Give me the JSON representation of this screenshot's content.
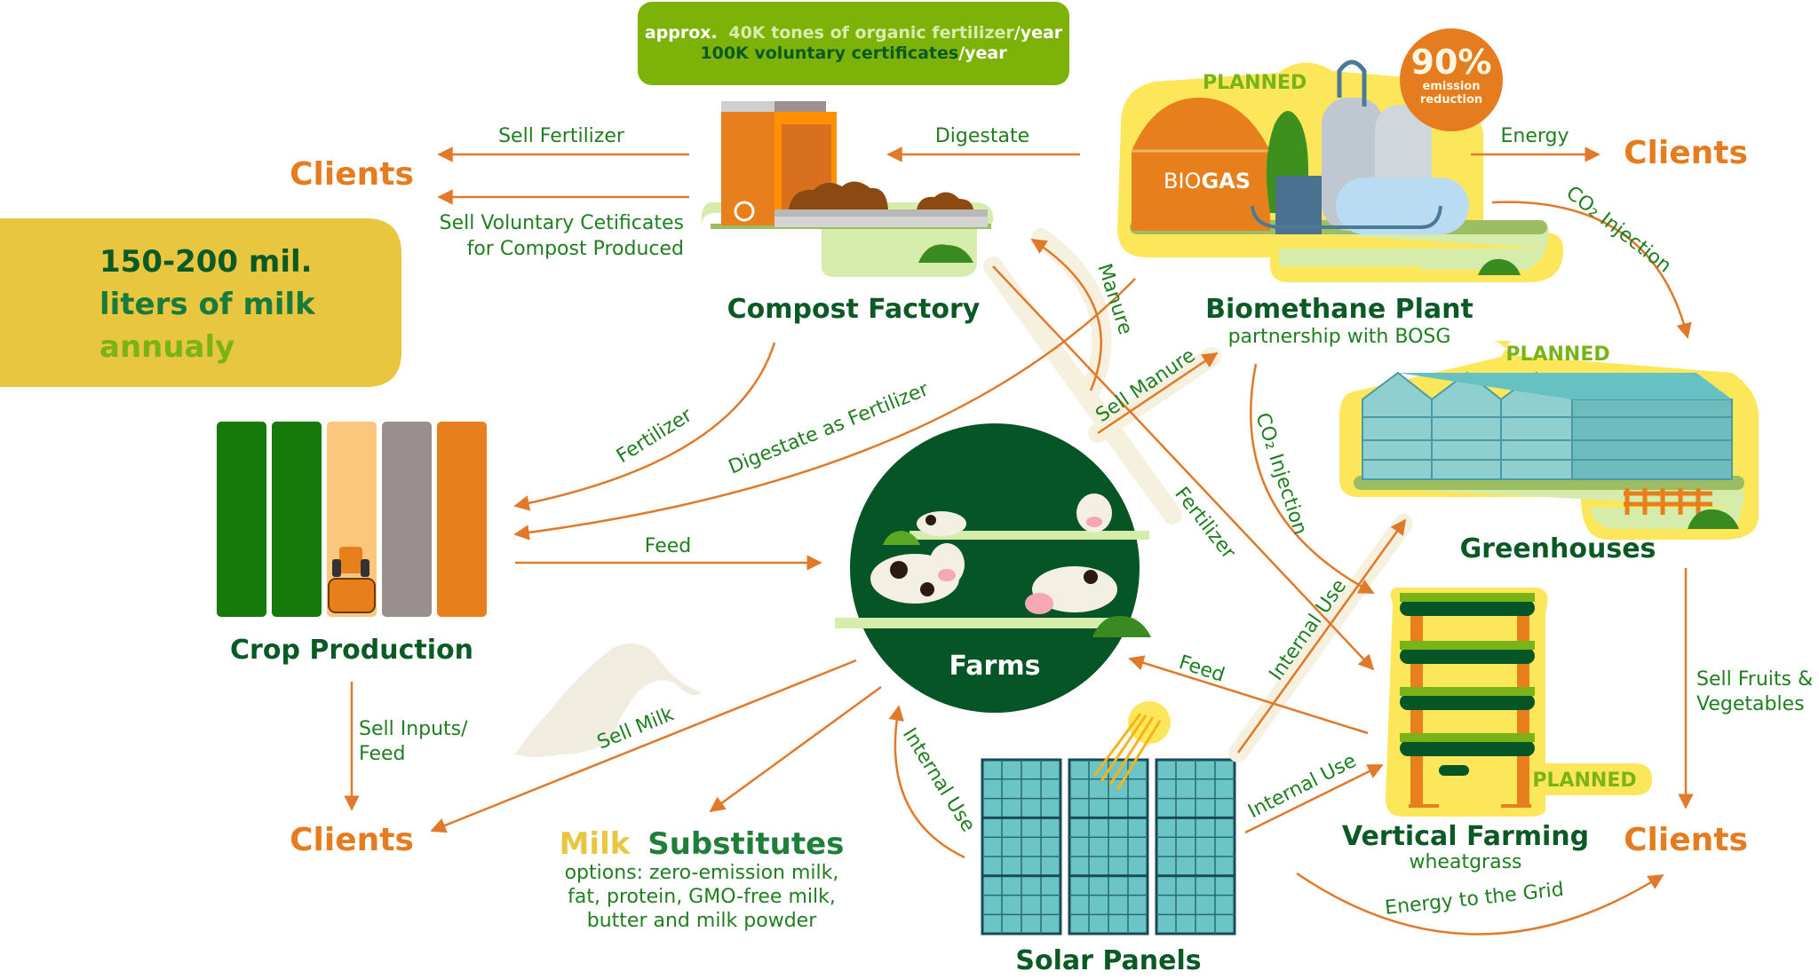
{
  "colors": {
    "brand_green": "#0b5a25",
    "label_green": "#1f7f1f",
    "accent_orange": "#e57d20",
    "arrow_orange": "#e07a2a",
    "planned_green": "#7ab317",
    "yellow_halo": "#fce75a",
    "stat_box_green": "#7db209",
    "milk_box_yellow": "#e8c63f"
  },
  "stat_box": {
    "line1_prefix": "approx.",
    "line1_highlight": "40K tones of organic fertilizer",
    "line1_suffix": "/year",
    "line2_highlight": "100K voluntary certificates",
    "line2_suffix": "/year"
  },
  "milk_box": {
    "line1": "150-200 mil.",
    "line2": "liters of milk",
    "line3": "annualy"
  },
  "nodes": {
    "compost": {
      "title": "Compost Factory"
    },
    "biomethane": {
      "title": "Biomethane Plant",
      "subtitle": "partnership with BOSG",
      "badge": "PLANNED",
      "tank_label_light": "BIO",
      "tank_label_bold": "GAS",
      "emission_value": "90%",
      "emission_line1": "emission",
      "emission_line2": "reduction"
    },
    "greenhouses": {
      "title": "Greenhouses",
      "badge": "PLANNED"
    },
    "crop": {
      "title": "Crop Production"
    },
    "farms": {
      "title": "Farms"
    },
    "vertical": {
      "title": "Vertical Farming",
      "subtitle": "wheatgrass",
      "badge": "PLANNED"
    },
    "solar": {
      "title": "Solar Panels"
    },
    "milk_substitutes": {
      "title_highlight": "Milk",
      "title_rest": "Substitutes",
      "desc_line1": "options: zero-emission milk,",
      "desc_line2": "fat, protein, GMO-free milk,",
      "desc_line3": "butter and milk powder"
    }
  },
  "clients": {
    "top_left": "Clients",
    "top_right": "Clients",
    "bottom_left": "Clients",
    "bottom_right": "Clients"
  },
  "flows": {
    "sell_fertilizer": "Sell Fertilizer",
    "sell_certificates_line1": "Sell Voluntary Cetificates",
    "sell_certificates_line2": "for Compost Produced",
    "digestate": "Digestate",
    "energy": "Energy",
    "co2_injection_top": "CO₂ Injection",
    "co2_injection_mid": "CO₂ Injection",
    "manure": "Manure",
    "sell_manure": "Sell Manure",
    "fertilizer_to_crop": "Fertilizer",
    "digestate_as_fertilizer": "Digestate as Fertilizer",
    "feed_to_farms": "Feed",
    "fertilizer_to_vertical": "Fertilizer",
    "internal_use_to_greenhouse": "Internal Use",
    "feed_from_vertical": "Feed",
    "sell_inputs_line1": "Sell Inputs/",
    "sell_inputs_line2": "Feed",
    "sell_milk": "Sell Milk",
    "internal_use_solar_farms": "Internal Use",
    "internal_use_solar_vertical": "Internal Use",
    "energy_to_grid": "Energy to the Grid",
    "sell_fruits_line1": "Sell Fruits &",
    "sell_fruits_line2": "Vegetables"
  }
}
